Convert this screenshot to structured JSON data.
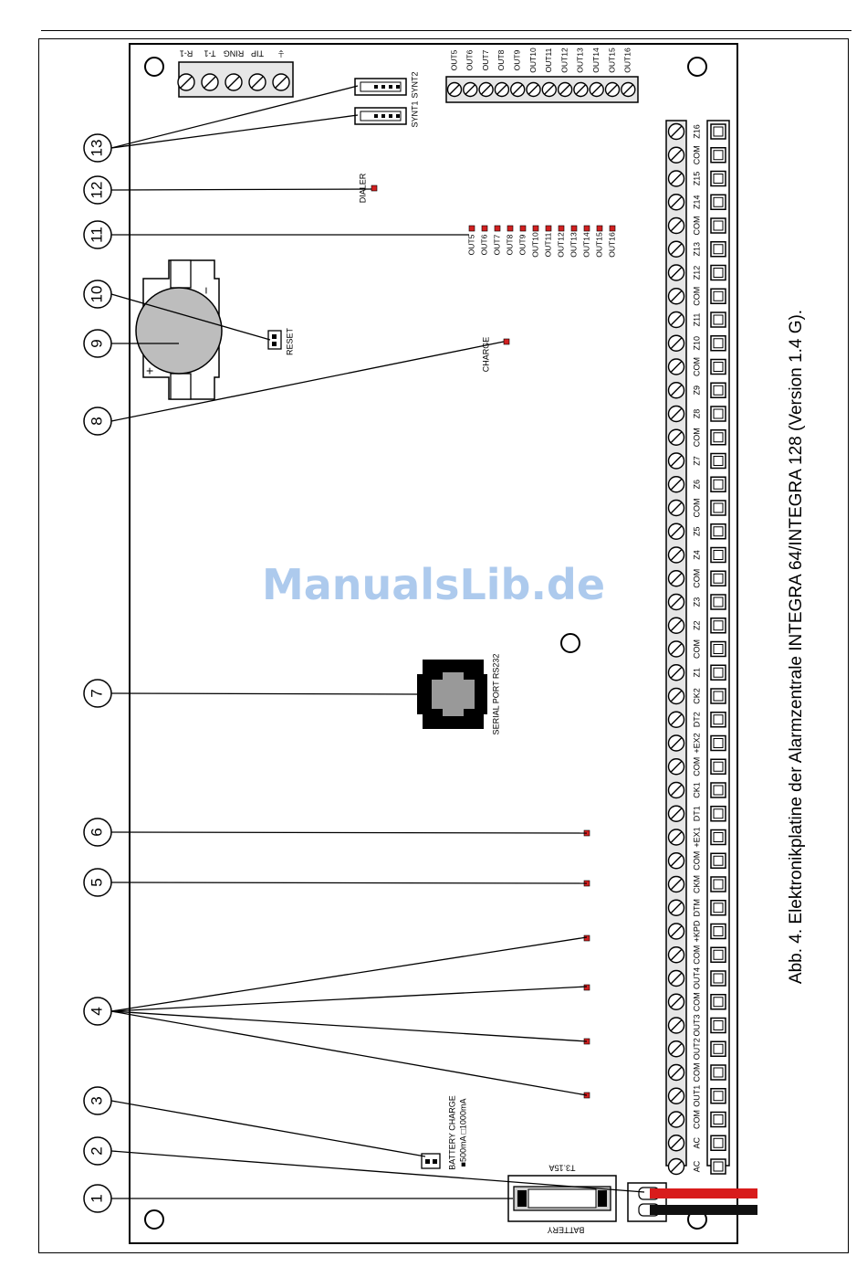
{
  "caption": "Abb. 4. Elektronikplatine der Alarmzentrale INTEGRA 64/INTEGRA 128 (Version 1.4 G).",
  "watermark": "ManualsLib.de",
  "callouts": [
    "1",
    "2",
    "3",
    "4",
    "5",
    "6",
    "7",
    "8",
    "9",
    "10",
    "11",
    "12",
    "13"
  ],
  "board": {
    "phone_terminals": [
      "⏚",
      "TIP",
      "RING",
      "T-1",
      "R-1"
    ],
    "synt_labels": [
      "SYNT2",
      "SYNT1"
    ],
    "dialer_label": "DIALER",
    "out_terminals": [
      "OUT5",
      "OUT6",
      "OUT7",
      "OUT8",
      "OUT9",
      "OUT10",
      "OUT11",
      "OUT12",
      "OUT13",
      "OUT14",
      "OUT15",
      "OUT16"
    ],
    "out_leds": [
      "OUT5",
      "OUT6",
      "OUT7",
      "OUT8",
      "OUT9",
      "OUT10",
      "OUT11",
      "OUT12",
      "OUT13",
      "OUT14",
      "OUT15",
      "OUT16"
    ],
    "reset_label": "RESET",
    "charge_label": "CHARGE",
    "serial_label": "SERIAL PORT RS232",
    "battery_charge_label": "BATTERY CHARGE",
    "battery_charge_options": "■500mA □1000mA",
    "fuse_label": "T3.15A",
    "battery_label": "BATTERY",
    "battery_plus": "+",
    "battery_minus": "−",
    "terminal_strip": [
      "Z16",
      "COM",
      "Z15",
      "Z14",
      "COM",
      "Z13",
      "Z12",
      "COM",
      "Z11",
      "Z10",
      "COM",
      "Z9",
      "Z8",
      "COM",
      "Z7",
      "Z6",
      "COM",
      "Z5",
      "Z4",
      "COM",
      "Z3",
      "Z2",
      "COM",
      "Z1",
      "CK2",
      "DT2",
      "+EX2",
      "COM",
      "CK1",
      "DT1",
      "+EX1",
      "COM",
      "CKM",
      "DTM",
      "+KPD",
      "COM",
      "OUT4",
      "COM",
      "OUT3",
      "OUT2",
      "COM",
      "OUT1",
      "COM",
      "AC",
      "AC"
    ]
  },
  "colors": {
    "led": "#d22020",
    "wire_red": "#d81c1c",
    "wire_black": "#111111",
    "battery": "#bdbdbd",
    "rj": "#999999"
  }
}
